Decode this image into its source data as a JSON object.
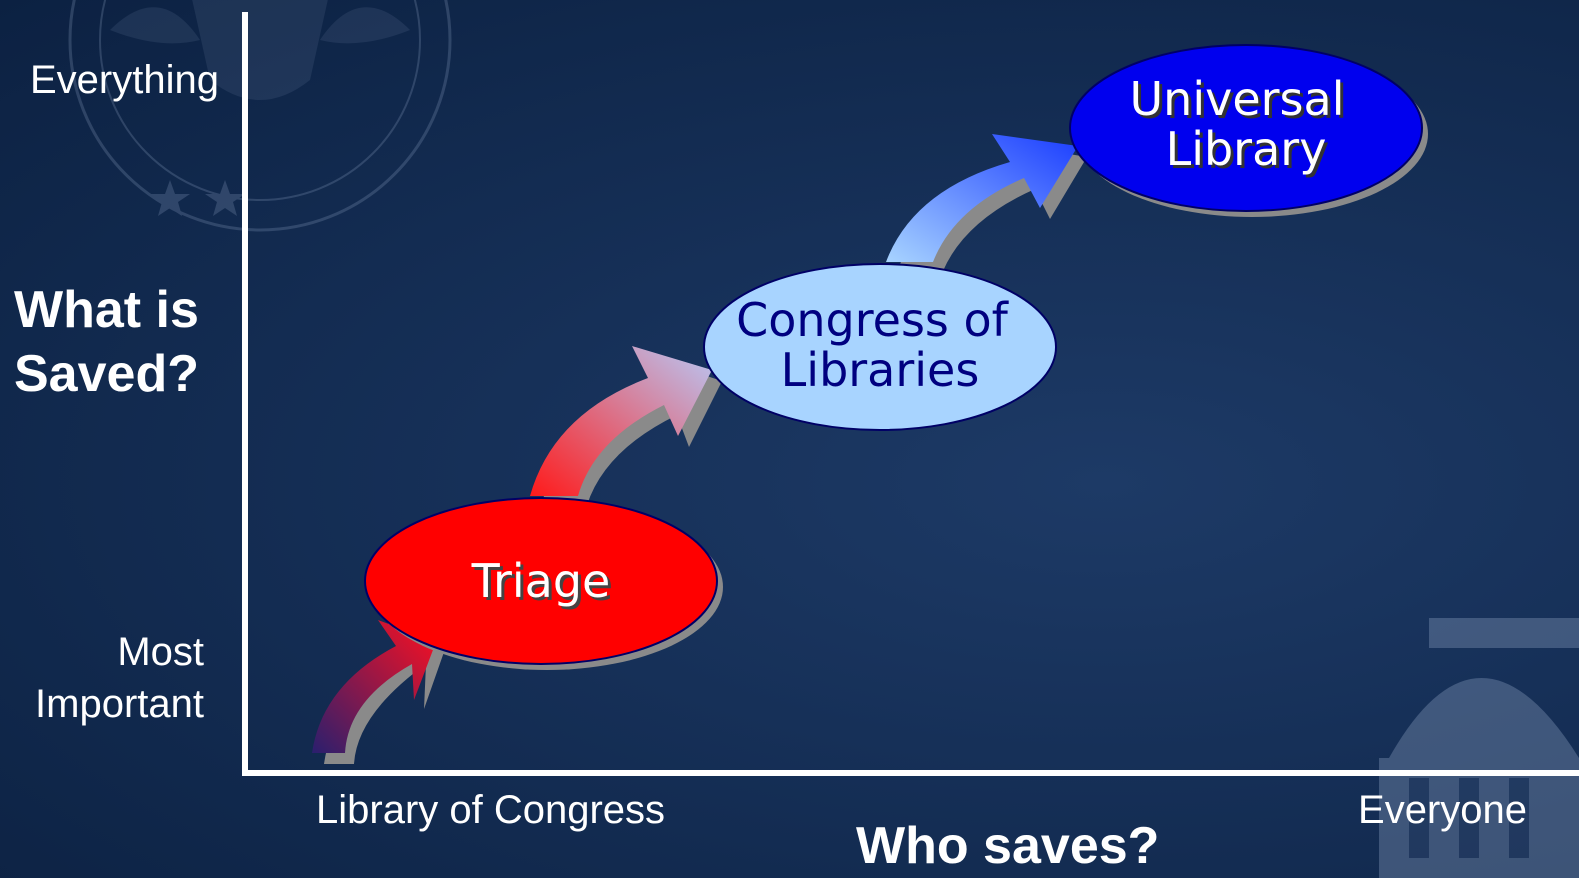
{
  "y_axis": {
    "title_line1": "What is",
    "title_line2": "Saved?",
    "top_label": "Everything",
    "bottom_label_line1": "Most",
    "bottom_label_line2": "Important"
  },
  "x_axis": {
    "title": "Who saves?",
    "left_label": "Library of Congress",
    "right_label": "Everyone"
  },
  "stages": [
    {
      "line1": "Triage",
      "line2": "",
      "fill": "#ff0000",
      "text_color": "#ffffff"
    },
    {
      "line1": "Congress of",
      "line2": "Libraries",
      "fill": "#a8d4ff",
      "text_color": "#000080"
    },
    {
      "line1": "Universal",
      "line2": "Library",
      "fill": "#0000ee",
      "text_color": "#ffffff"
    }
  ],
  "colors": {
    "background": "#163058",
    "axis": "#ffffff",
    "ellipse_outline": "#000066"
  }
}
